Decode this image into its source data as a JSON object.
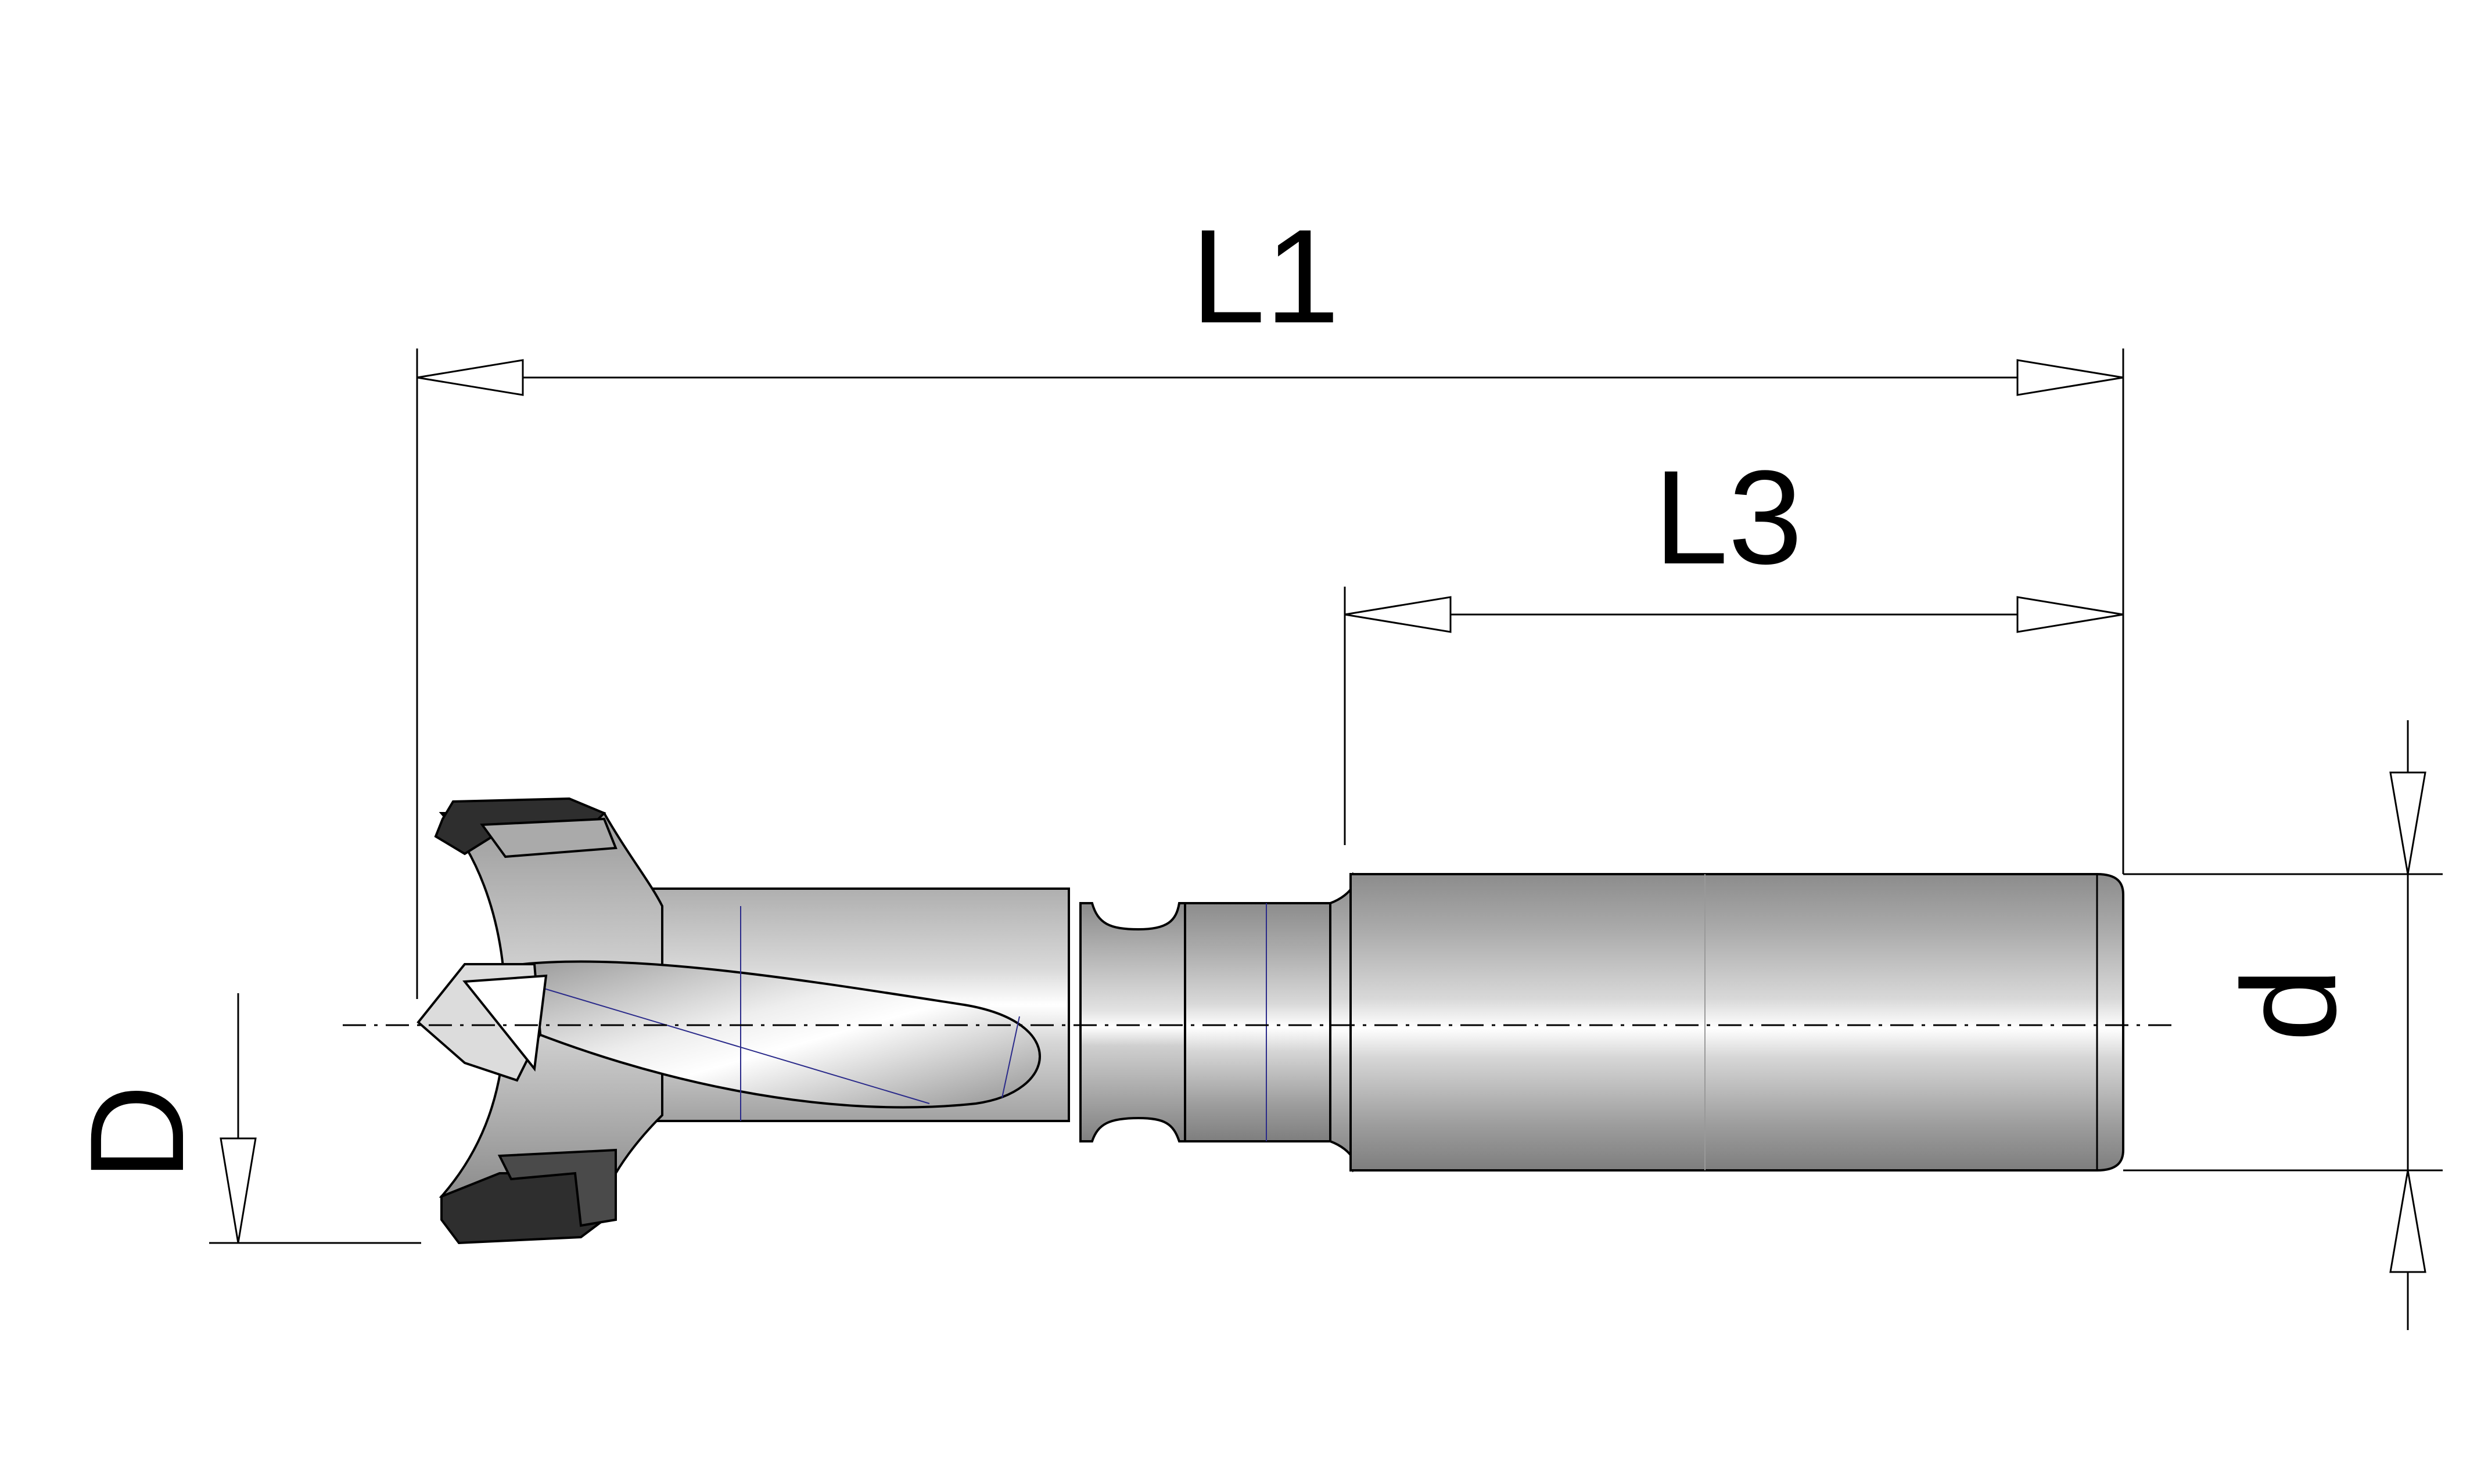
{
  "labels": {
    "overall_length": "L1",
    "shank_length": "L3",
    "cutting_diameter": "D",
    "shank_diameter": "d"
  },
  "colors": {
    "line": "#000000",
    "steel_light": "#f4f4f4",
    "steel_mid": "#bdbdbd",
    "steel_dark": "#8a8a8a",
    "insert": "#2e2e2e",
    "construction_line": "#2a2a8a"
  }
}
